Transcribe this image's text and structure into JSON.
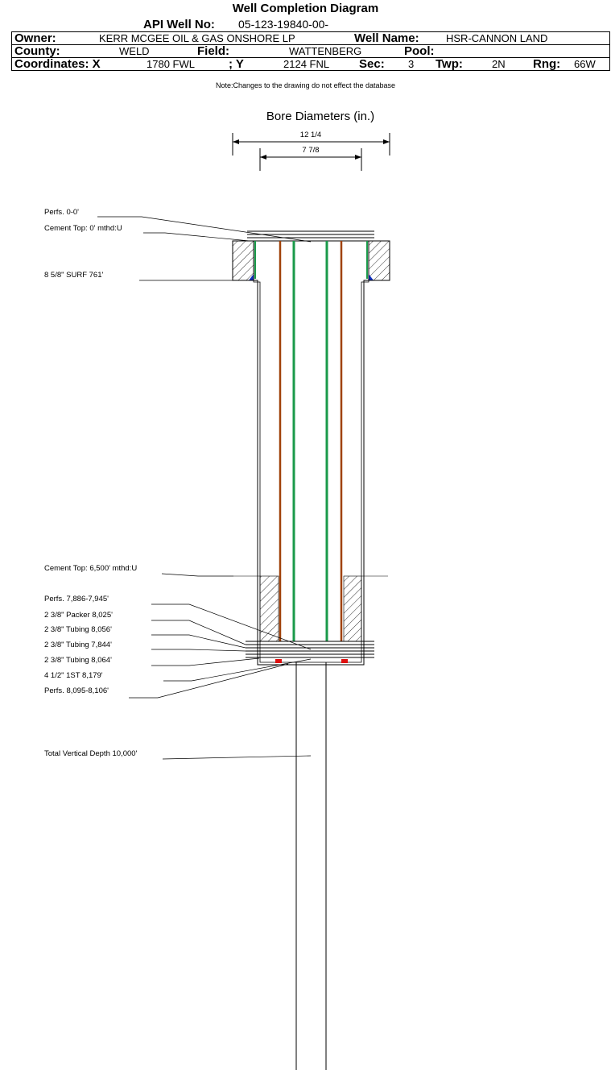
{
  "header": {
    "title": "Well Completion Diagram",
    "api_label": "API Well No:",
    "api_value": "05-123-19840-00-",
    "owner_label": "Owner:",
    "owner_value": "KERR MCGEE OIL & GAS ONSHORE LP",
    "well_name_label": "Well Name:",
    "well_name_value": "HSR-CANNON LAND",
    "county_label": "County:",
    "county_value": "WELD",
    "field_label": "Field:",
    "field_value": "WATTENBERG",
    "pool_label": "Pool:",
    "pool_value": "",
    "coord_label": "Coordinates: X",
    "x_value": "1780 FWL",
    "y_label": "; Y",
    "y_value": "2124 FNL",
    "sec_label": "Sec:",
    "sec_value": "3",
    "twp_label": "Twp:",
    "twp_value": "2N",
    "rng_label": "Rng:",
    "rng_value": "66W",
    "note": "Note:Changes to the drawing do not effect the database"
  },
  "bore": {
    "title": "Bore Diameters (in.)",
    "outer": "12 1/4",
    "inner": "7 7/8"
  },
  "labels": {
    "perfs_top": "Perfs. 0-0'",
    "cement_top_1": "Cement Top: 0' mthd:U",
    "surface_casing": "8 5/8\" SURF      761'",
    "cement_top_2": "Cement Top: 6,500' mthd:U",
    "perfs_1": "Perfs. 7,886-7,945'",
    "packer": "2 3/8\" Packer 8,025'",
    "tubing_1": "2 3/8\" Tubing 8,056'",
    "tubing_2": "2 3/8\" Tubing 7,844'",
    "tubing_3": "2 3/8\" Tubing 8,064'",
    "production_casing": "4 1/2\" 1ST      8,179'",
    "perfs_2": "Perfs. 8,095-8,106'",
    "tvd": "Total Vertical Depth 10,000'"
  },
  "colors": {
    "tubing_green": "#1a9a4a",
    "casing_brown": "#a0420a",
    "cement_blue": "#1030c0",
    "plug_red": "#e01010"
  }
}
